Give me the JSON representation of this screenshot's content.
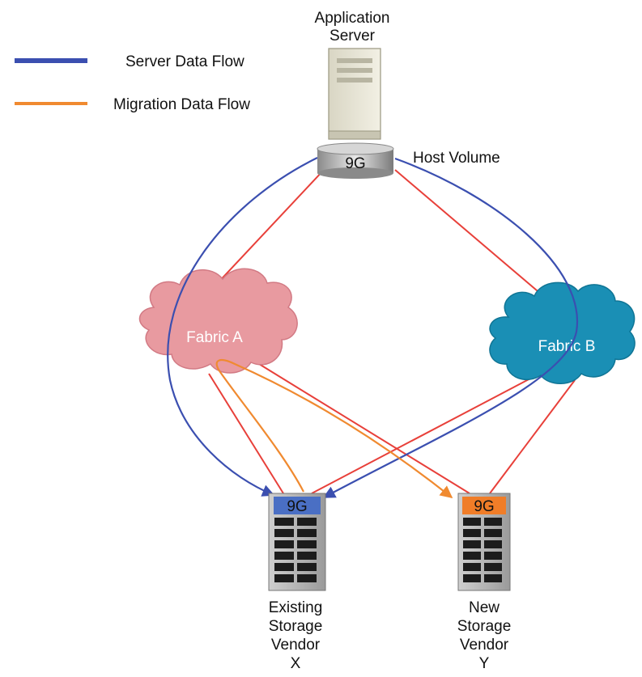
{
  "legend": {
    "server_flow": "Server Data Flow",
    "migration_flow": "Migration Data Flow"
  },
  "server": {
    "title_line1": "Application",
    "title_line2": "Server"
  },
  "host_volume": {
    "size": "9G",
    "label": "Host Volume"
  },
  "fabric_a": {
    "label": "Fabric A"
  },
  "fabric_b": {
    "label": "Fabric B"
  },
  "storage_x": {
    "size": "9G",
    "caption": [
      "Existing",
      "Storage",
      "Vendor",
      "X"
    ]
  },
  "storage_y": {
    "size": "9G",
    "caption": [
      "New",
      "Storage",
      "Vendor",
      "Y"
    ]
  },
  "colors": {
    "server_flow": "#3b4fb0",
    "migration_flow": "#f08a30",
    "links": "#e8403a",
    "fabric_a": "#e89aa0",
    "fabric_b": "#1a8fb5",
    "volume_x_band": "#4a6fc4",
    "volume_y_band": "#f07d28"
  }
}
